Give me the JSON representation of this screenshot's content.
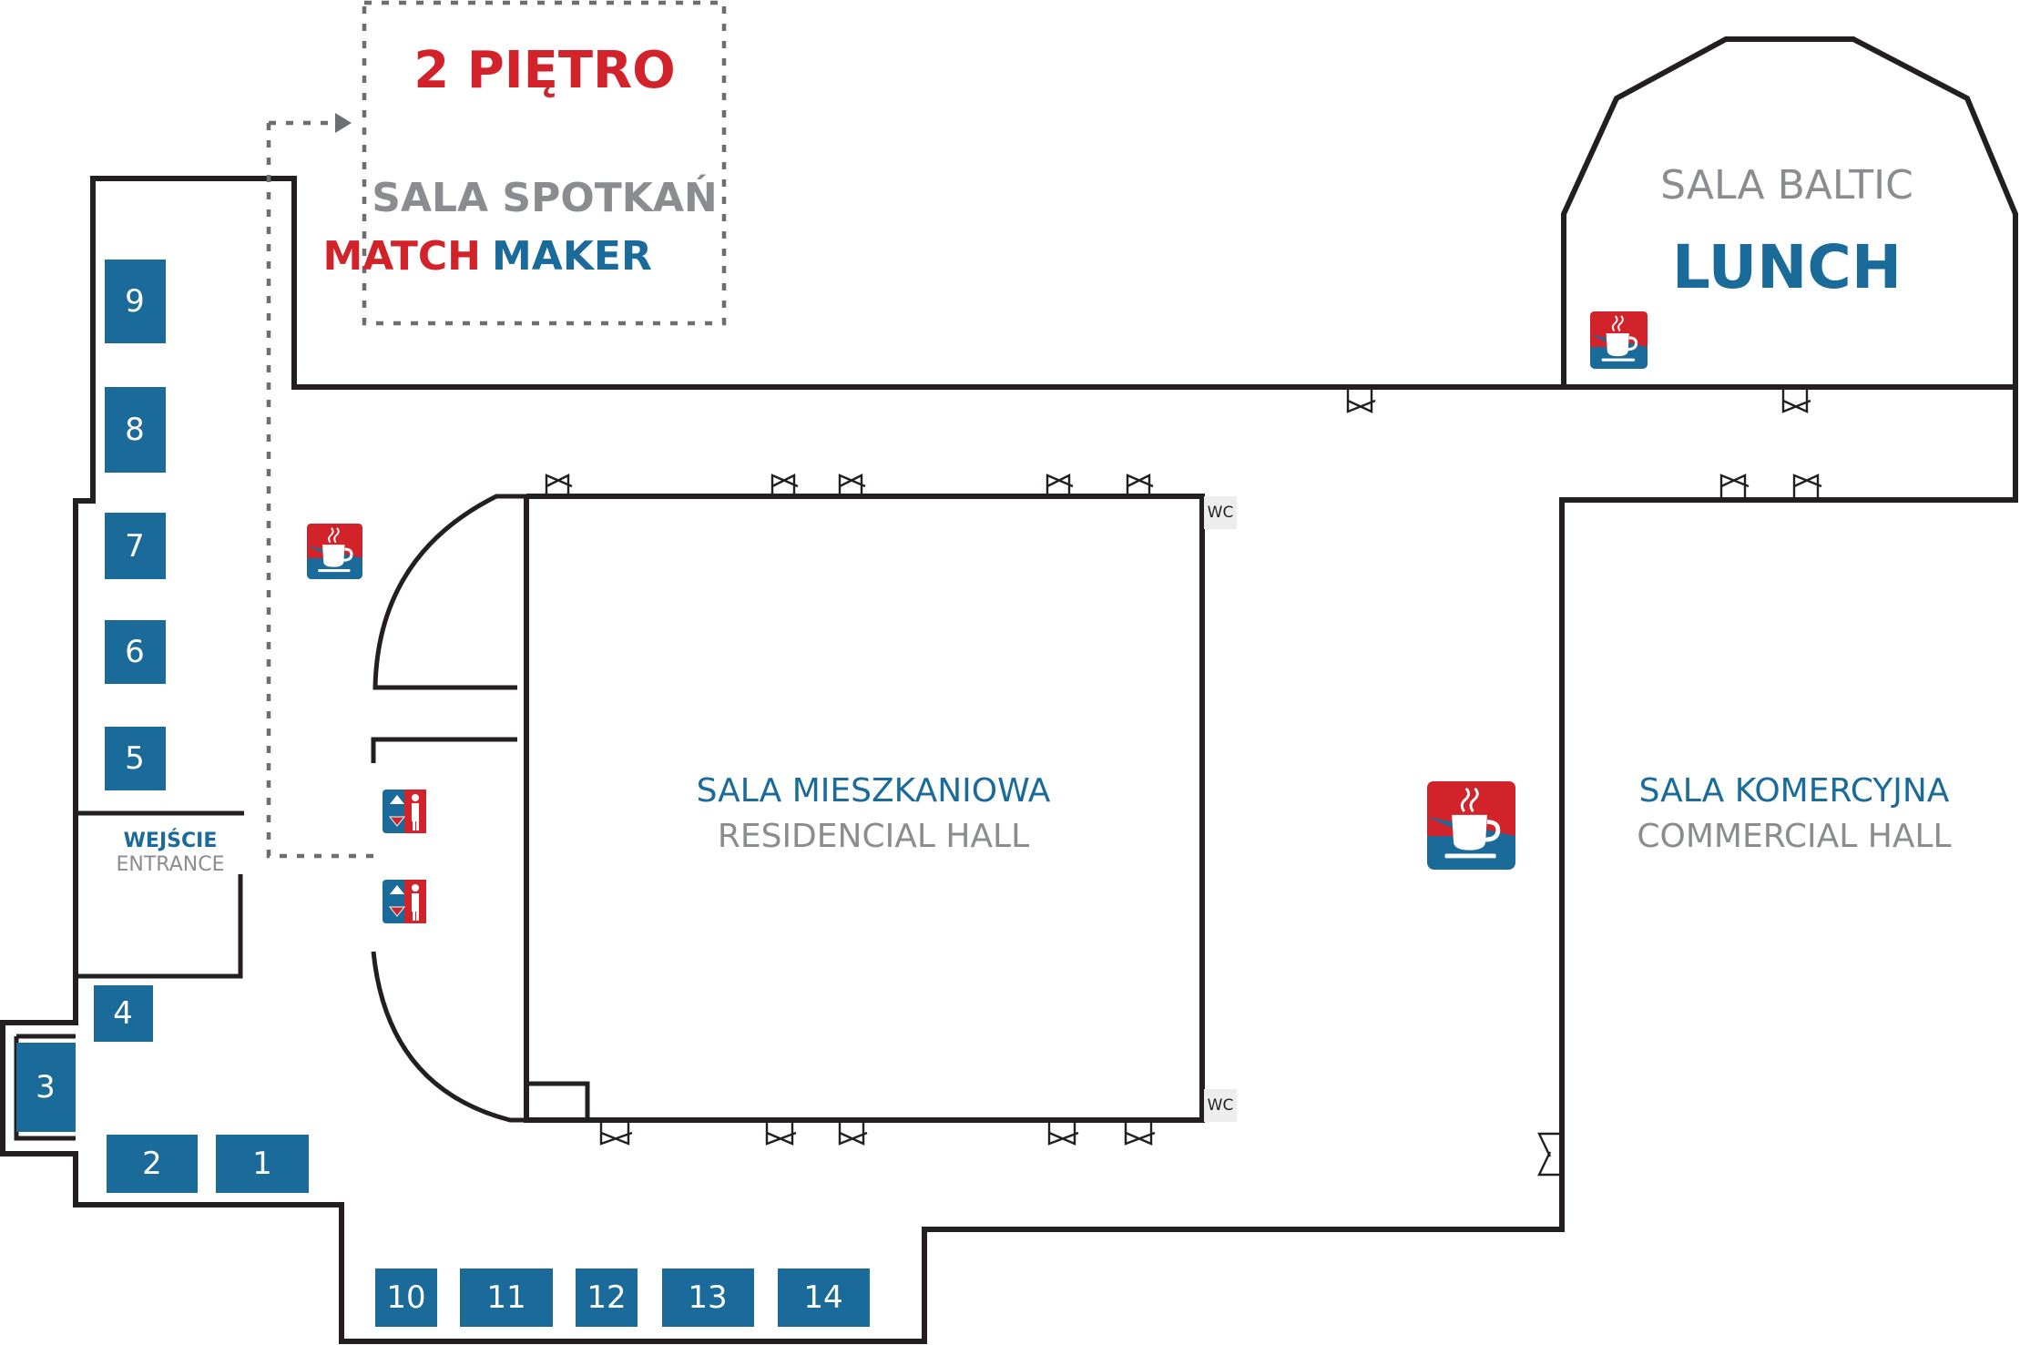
{
  "colors": {
    "blue": "#1a6a9a",
    "red": "#d2232a",
    "gray": "#8a8c8f",
    "wall": "#231f20"
  },
  "floor2": {
    "title": "2 PIĘTRO",
    "room": "SALA SPOTKAŃ",
    "match": "MATCH",
    "maker": "MAKER"
  },
  "baltic": {
    "name": "SALA BALTIC",
    "purpose": "LUNCH"
  },
  "residential": {
    "name": "SALA MIESZKANIOWA",
    "name_en": "RESIDENCIAL HALL"
  },
  "commercial": {
    "name": "SALA KOMERCYJNA",
    "name_en": "COMMERCIAL HALL"
  },
  "entrance": {
    "pl": "WEJŚCIE",
    "en": "ENTRANCE"
  },
  "wc": {
    "top": "WC",
    "bottom": "WC"
  },
  "booths": [
    "9",
    "8",
    "7",
    "6",
    "5",
    "4",
    "3",
    "2",
    "1",
    "10",
    "11",
    "12",
    "13",
    "14"
  ],
  "icons": {
    "coffee": "coffee-cup-icon",
    "lift": "elevator-icon"
  }
}
